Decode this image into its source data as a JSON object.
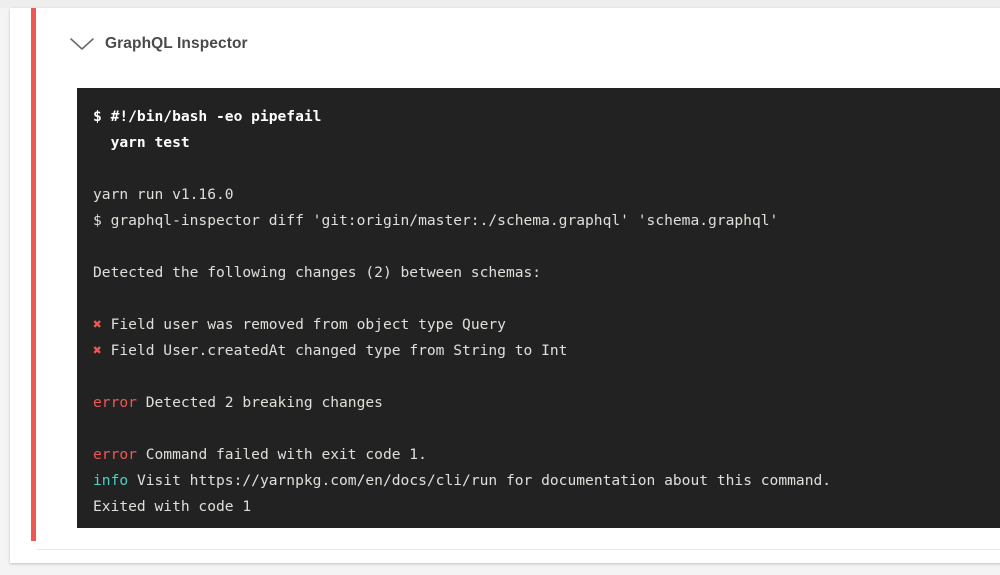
{
  "theme": {
    "page_background": "#f4f4f4",
    "card_background": "#ffffff",
    "status_bar_color": "#ef5753",
    "terminal_background": "#222222",
    "terminal_text": "#e8e6e3",
    "error_color": "#ef5753",
    "info_color": "#4dd0c4",
    "title_color": "#4a4a4a"
  },
  "job": {
    "title": "GraphQL Inspector",
    "collapse_icon": "chevron-down-icon",
    "status": "failed"
  },
  "terminal": {
    "lines": [
      {
        "type": "command",
        "prompt": "$ ",
        "text": "#!/bin/bash -eo pipefail",
        "style": "bold"
      },
      {
        "type": "command",
        "prompt": "  ",
        "text": "yarn test",
        "style": "bold"
      },
      {
        "type": "blank",
        "text": ""
      },
      {
        "type": "output",
        "text": "yarn run v1.16.0"
      },
      {
        "type": "output",
        "text": "$ graphql-inspector diff 'git:origin/master:./schema.graphql' 'schema.graphql'"
      },
      {
        "type": "blank",
        "text": ""
      },
      {
        "type": "output",
        "text": "Detected the following changes (2) between schemas:"
      },
      {
        "type": "blank",
        "text": ""
      },
      {
        "type": "change",
        "marker": "✖",
        "text": "Field user was removed from object type Query"
      },
      {
        "type": "change",
        "marker": "✖",
        "text": "Field User.createdAt changed type from String to Int"
      },
      {
        "type": "blank",
        "text": ""
      },
      {
        "type": "labeled",
        "label": "error",
        "label_kind": "error",
        "text": "Detected 2 breaking changes"
      },
      {
        "type": "blank",
        "text": ""
      },
      {
        "type": "labeled",
        "label": "error",
        "label_kind": "error",
        "text": "Command failed with exit code 1."
      },
      {
        "type": "labeled",
        "label": "info",
        "label_kind": "info",
        "text": "Visit https://yarnpkg.com/en/docs/cli/run for documentation about this command."
      },
      {
        "type": "output",
        "text": "Exited with code 1"
      }
    ]
  }
}
